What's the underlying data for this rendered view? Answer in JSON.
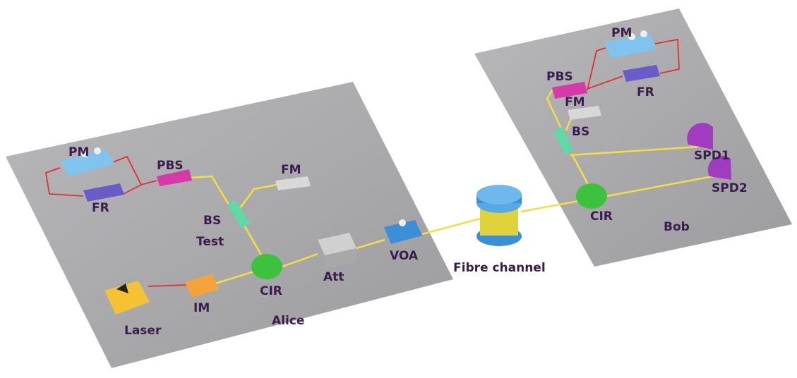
{
  "alice": {
    "title": "Alice",
    "labels": {
      "pm": "PM",
      "pbs": "PBS",
      "fm": "FM",
      "fr": "FR",
      "bs": "BS",
      "test": "Test",
      "cir": "CIR",
      "laser": "Laser",
      "im": "IM",
      "att": "Att",
      "voa": "VOA"
    }
  },
  "channel": {
    "label": "Fibre channel"
  },
  "bob": {
    "title": "Bob",
    "labels": {
      "pm": "PM",
      "pbs": "PBS",
      "fm": "FM",
      "fr": "FR",
      "bs": "BS",
      "spd1": "SPD1",
      "spd2": "SPD2",
      "cir": "CIR"
    }
  },
  "colors": {
    "platform": "#a9a9ab",
    "fibre": "#f2e040",
    "pm_fibre": "#e03030",
    "label": "#3b1d4d"
  }
}
